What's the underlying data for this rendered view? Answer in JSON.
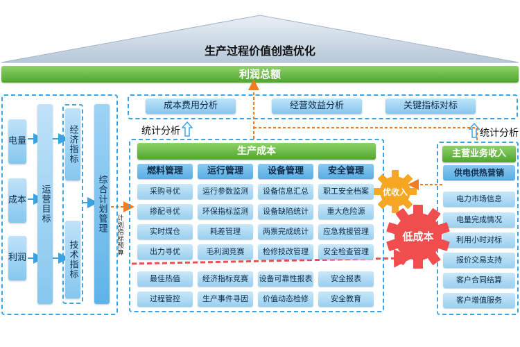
{
  "roof_title": "生产过程价值创造优化",
  "profit_total": "利润总额",
  "analysis_boxes": [
    "成本费用分析",
    "经营效益分析",
    "关键指标对标"
  ],
  "stat_left": "统计分析",
  "stat_right": "统计分析",
  "left_panel": {
    "inputs": [
      "电量",
      "成本",
      "利润"
    ],
    "operation_target": "运营目标",
    "econ_indicator": "经济指标",
    "tech_indicator": "技术指标",
    "plan_mgmt": "综合计划管理",
    "budget_label": "计划指标预算"
  },
  "production_cost": {
    "title": "生产成本",
    "columns": [
      {
        "head": "燃料管理",
        "items": [
          "采购寻优",
          "掺配寻优",
          "实时煤仓",
          "出力寻优",
          "最佳热值",
          "过程管控"
        ]
      },
      {
        "head": "运行管理",
        "items": [
          "运行参数监测",
          "环保指标监测",
          "耗差管理",
          "毛利润竞赛",
          "经济指标竞赛",
          "生产事件寻因"
        ]
      },
      {
        "head": "设备管理",
        "items": [
          "设备信息汇总",
          "设备缺陷统计",
          "两票完成统计",
          "检修技改管理",
          "设备可靠性报表",
          "价值动态检修"
        ]
      },
      {
        "head": "安全管理",
        "items": [
          "职工安全档案",
          "重大危险源",
          "应急救援管理",
          "安全检查管理",
          "安全报表",
          "安全教育"
        ]
      }
    ]
  },
  "main_income": {
    "title": "主营业务收入",
    "sub": "供电供热营销",
    "items": [
      "电力市场信息",
      "电量完成情况",
      "利用小时对标",
      "报价交易支持",
      "客户合同结算",
      "客户增值服务"
    ]
  },
  "gears": {
    "small": "优收入",
    "big": "低成本"
  },
  "colors": {
    "green": "#5cb83a",
    "blue_dash": "#3aa3e0",
    "blue_box": "#86c7ee",
    "orange_arrow": "#f07c1e",
    "gear_orange": "#f5a623",
    "gear_red": "#f04e4e"
  }
}
